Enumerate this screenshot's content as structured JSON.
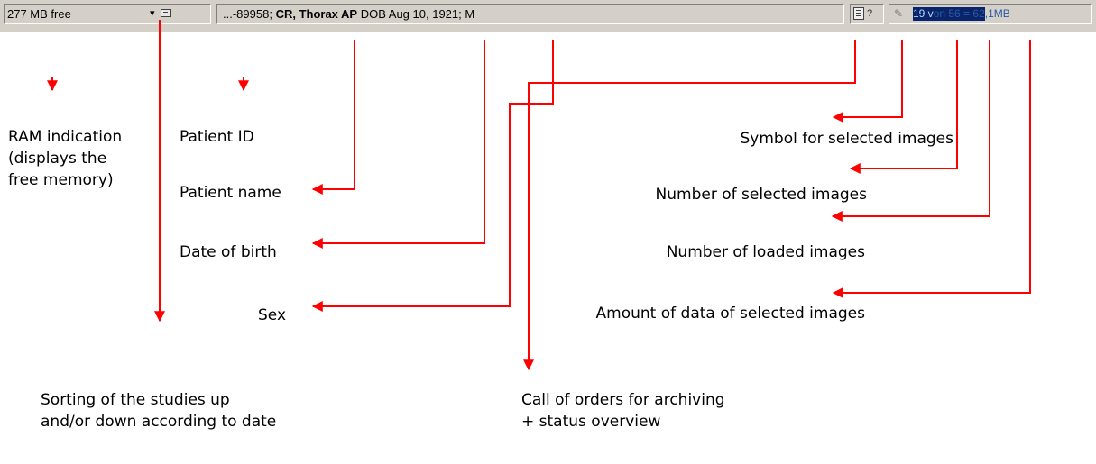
{
  "statusbar": {
    "ram_free": "277 MB free",
    "sort_arrow": "▾",
    "patient_id_fragment": "...-89958;",
    "patient_name": "CR, Thorax AP",
    "dob_text": "DOB Aug 10, 1921;",
    "sex": "M",
    "orders_icon_suffix": "?",
    "selected_count_text": "19 v",
    "selection_rest": "on 56 = 62,1MB",
    "colors": {
      "panel_bg": "#d4d0c8",
      "selection_bg": "#0a246a",
      "selection_text": "#2a5aa8",
      "arrow_red": "#ff0000"
    },
    "icons": [
      "sort-icon",
      "orders-icon",
      "select-images-icon"
    ]
  },
  "labels": {
    "ram": [
      "RAM indication",
      "(displays the",
      "free memory)"
    ],
    "patient_id": "Patient ID",
    "patient_name": "Patient name",
    "dob": "Date of birth",
    "sex": "Sex",
    "sort": [
      "Sorting of the studies up",
      "and/or down according to date"
    ],
    "symbol_selected": "Symbol for selected images",
    "num_selected": "Number of selected images",
    "num_loaded": "Number of loaded images",
    "data_amount": "Amount of data of selected images",
    "orders": [
      "Call of orders for archiving",
      "+ status overview"
    ]
  }
}
